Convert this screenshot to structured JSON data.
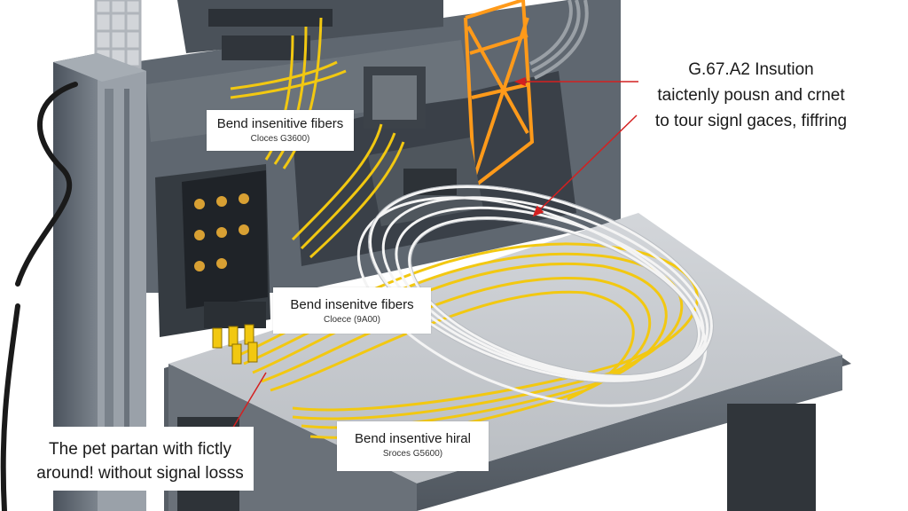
{
  "callouts": {
    "top": {
      "title": "Bend insenitive fibers",
      "sub": "Cloces G3600)"
    },
    "middle": {
      "title": "Bend insenitve fibers",
      "sub": "Cloece (9A00)"
    },
    "bottom": {
      "title": "Bend insentive hiral",
      "sub": "Sroces G5600)"
    },
    "left": {
      "line1": "The pet partan with fictly",
      "line2": "around! without signal losss"
    }
  },
  "note_right": {
    "line1": "G.67.A2 Insution",
    "line2": "taictenly pousn and crnet",
    "line3": "to tour signl gaces, fiffring"
  },
  "colors": {
    "rack_frame": "#5b6470",
    "rack_panel": "#8d949c",
    "tray_top": "#c6cacf",
    "fiber_yellow": "#f2c811",
    "fiber_white": "#f4f4f4",
    "accent_orange": "#ff9a1a",
    "leader_red": "#d42020"
  }
}
